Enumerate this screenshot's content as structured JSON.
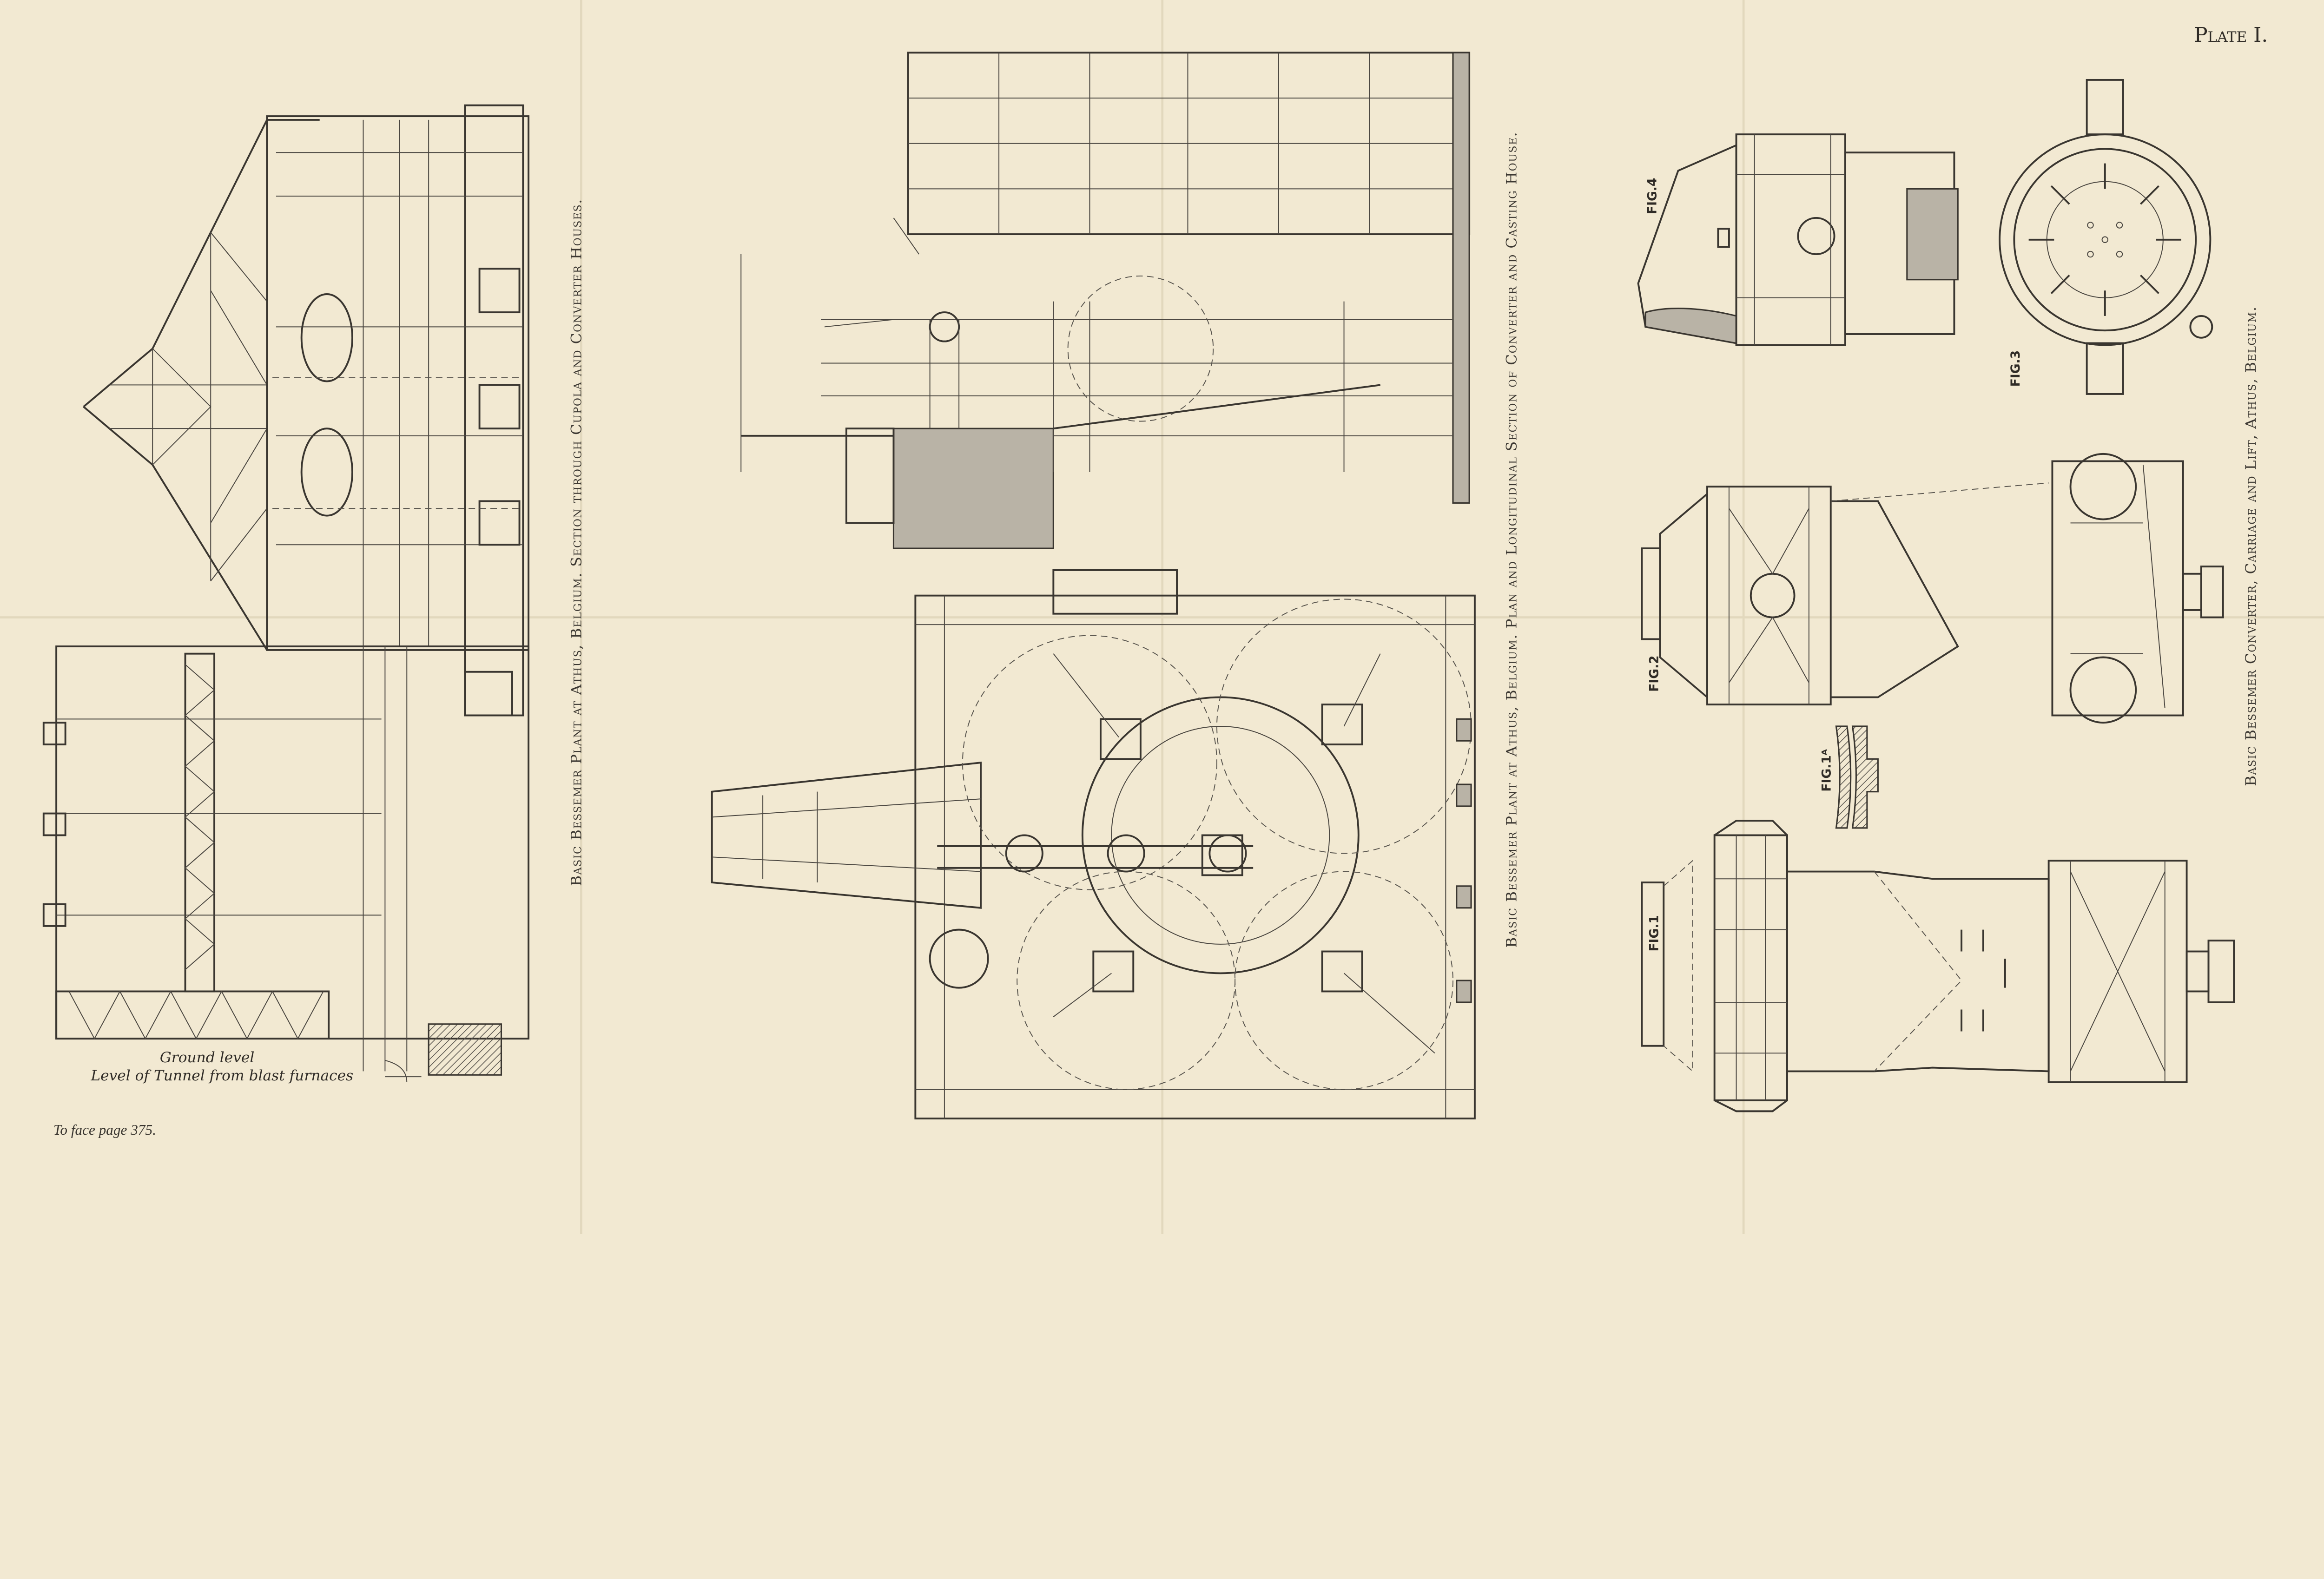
{
  "plate_label": "Plate I.",
  "footer_note": "To face page 375.",
  "captions": {
    "cupola_section": "Basic Bessemer Plant at Athus, Belgium.  Section through Cupola and Converter Houses.",
    "plan_section": "Basic Bessemer Plant at Athus, Belgium.  Plan and Longitudinal Section of Converter and Casting House.",
    "converter": "Basic Bessemer Converter, Carriage and Lift, Athus, Belgium."
  },
  "annotations": {
    "ground_level": "Ground level",
    "tunnel_level": "Level of Tunnel from blast furnaces"
  },
  "figures": {
    "fig4": "FIG.4",
    "fig3": "FIG.3",
    "fig2": "FIG.2",
    "fig1a": "FIG.1ᴬ",
    "fig1": "FIG.1"
  },
  "colors": {
    "paper": "#f2e9d2",
    "ink": "#3a3630",
    "shade": "#b9b3a6"
  }
}
